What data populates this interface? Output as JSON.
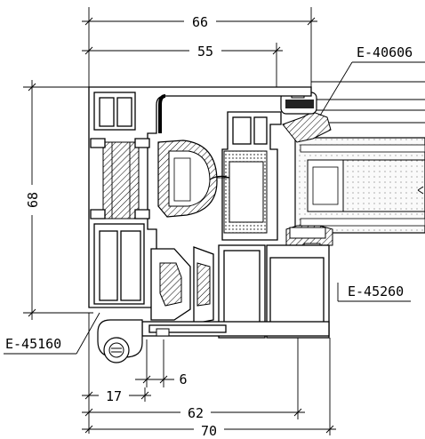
{
  "dimensions": {
    "top_66": "66",
    "top_55": "55",
    "left_68": "68",
    "bottom_6": "6",
    "bottom_17": "17",
    "bottom_62": "62",
    "bottom_70": "70"
  },
  "profile_codes": {
    "top_right": "E-40606",
    "right": "E-45260",
    "left": "E-45160"
  },
  "colors": {
    "line": "#000000",
    "background": "#ffffff",
    "hatch_fill": "#e8e8e8"
  }
}
